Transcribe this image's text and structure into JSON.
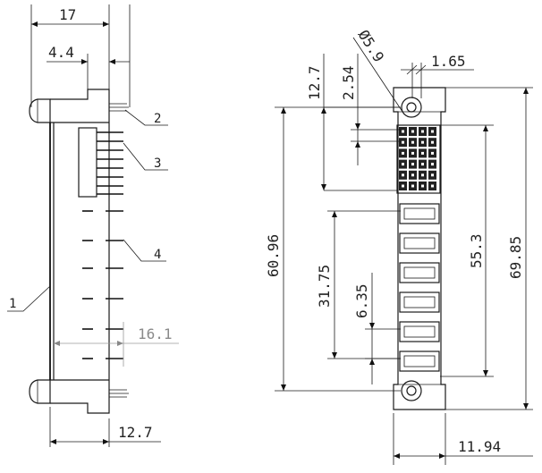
{
  "side_view": {
    "dims": {
      "width_top": "17",
      "offset_top": "4.4",
      "depth_bottom": "12.7",
      "pin_length": "16.1"
    },
    "callouts": [
      "1",
      "2",
      "3",
      "4"
    ]
  },
  "front_view": {
    "dims": {
      "hole_diameter": "Ø5.9",
      "hole_wall": "1.65",
      "signal_offset": "12.7",
      "signal_pitch": "2.54",
      "total_height": "60.96",
      "power_span": "31.75",
      "power_pitch": "6.35",
      "inner_span": "55.3",
      "outer_height": "69.85",
      "body_width": "11.94"
    },
    "signal_grid": {
      "rows": 6,
      "cols": 4
    },
    "power_contacts": 6
  },
  "colors": {
    "line": "#1a1a1a",
    "dim_text": "#222222",
    "grey_text": "#8a8a8a"
  }
}
